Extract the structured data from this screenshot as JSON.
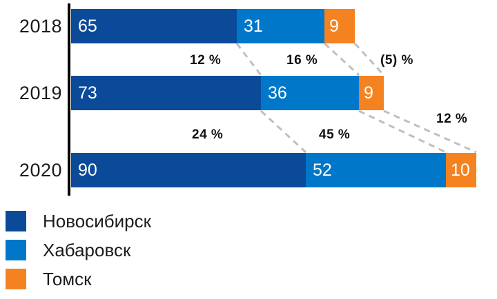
{
  "chart_data": {
    "type": "bar",
    "orientation": "horizontal",
    "stacked": true,
    "title": "",
    "xlabel": "",
    "ylabel": "",
    "grid": false,
    "legend_position": "bottom-left",
    "categories": [
      "2018",
      "2019",
      "2020"
    ],
    "series": [
      {
        "name": "Новосибирск",
        "color": "#0b4a98",
        "values": [
          65,
          73,
          90
        ]
      },
      {
        "name": "Хабаровск",
        "color": "#0077c8",
        "values": [
          31,
          36,
          52
        ]
      },
      {
        "name": "Томск",
        "color": "#f58220",
        "values": [
          9,
          9,
          10
        ]
      }
    ],
    "totals": [
      105,
      118,
      152
    ],
    "growth_annotations": [
      {
        "between": "2018-2019",
        "labels": [
          {
            "series": "Новосибирск",
            "text": "12 %"
          },
          {
            "series": "Хабаровск",
            "text": "16 %"
          },
          {
            "series": "Томск",
            "text": "(5) %"
          }
        ]
      },
      {
        "between": "2019-2020",
        "labels": [
          {
            "series": "Новосибирск",
            "text": "24 %"
          },
          {
            "series": "Хабаровск",
            "text": "45 %"
          },
          {
            "series": "Томск",
            "text": "12 %"
          }
        ]
      }
    ]
  },
  "axis": {
    "year_labels": [
      "2018",
      "2019",
      "2020"
    ]
  },
  "bars": {
    "row_2018": {
      "novosibirsk_value": "65",
      "khabarovsk_value": "31",
      "tomsk_value": "9"
    },
    "row_2019": {
      "novosibirsk_value": "73",
      "khabarovsk_value": "36",
      "tomsk_value": "9"
    },
    "row_2020": {
      "novosibirsk_value": "90",
      "khabarovsk_value": "52",
      "tomsk_value": "10"
    }
  },
  "growth": {
    "row1_novosibirsk": "12 %",
    "row1_khabarovsk": "16 %",
    "row1_tomsk": "(5) %",
    "row2_novosibirsk": "24 %",
    "row2_khabarovsk": "45 %",
    "row2_tomsk": "12 %"
  },
  "legend": {
    "items": [
      {
        "label": "Новосибирск",
        "color": "#0b4a98"
      },
      {
        "label": "Хабаровск",
        "color": "#0077c8"
      },
      {
        "label": "Томск",
        "color": "#f58220"
      }
    ]
  },
  "colors": {
    "novosibirsk": "#0b4a98",
    "khabarovsk": "#0077c8",
    "tomsk": "#f58220",
    "axis": "#000000",
    "connector": "#bfbfbf",
    "text": "#1b1b1b",
    "value_text": "#ffffff"
  }
}
